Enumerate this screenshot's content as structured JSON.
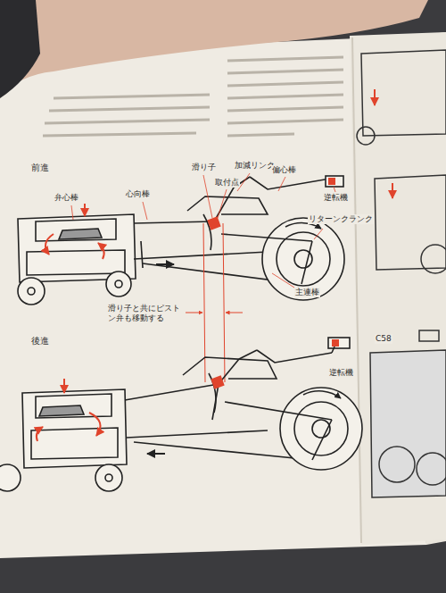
{
  "diagram": {
    "labels": [
      "前進",
      "弁心棒",
      "心向棒",
      "滑り子",
      "取付点",
      "加減リンク",
      "偏心棒",
      "逆転機",
      "リターンクランク",
      "主連棒",
      "滑り子と共にピストン弁も移動する",
      "後進",
      "逆転機",
      "C58"
    ]
  }
}
